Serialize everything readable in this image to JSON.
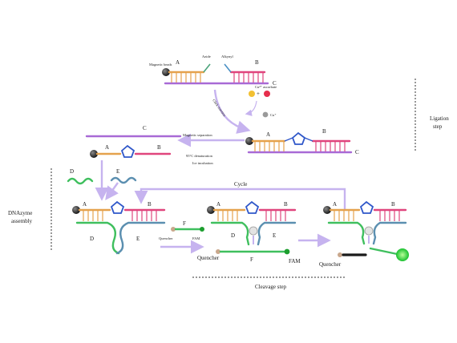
{
  "colors": {
    "orange": "#e5a24d",
    "pink": "#e0457d",
    "purple": "#a86ad6",
    "green": "#3fbf5e",
    "blue": "#5b8fb0",
    "arrow": "#c6b3ef",
    "bead": "#1a1a1a"
  },
  "labels": {
    "strand_a": "A",
    "strand_b": "B",
    "strand_c": "C",
    "strand_d": "D",
    "strand_e": "E",
    "strand_f": "F",
    "magnetic_beads": "Magnetic beads",
    "azide": "Azide",
    "alkynyl": "Alkynyl",
    "cu2_ascorbate": "Cu²⁺ ascorbate",
    "cu_plus": "Cu⁺",
    "click_reaction": "Click reaction",
    "magnetic_separation": "Magnetic separation",
    "denaturation": "95°C  denaturation",
    "ice_incubation": "Ice incubation",
    "cycle": "Cycle",
    "quencher": "Quencher",
    "fam": "FAM",
    "ligation_step": "Ligation step",
    "dnazyme_assembly": "DNAzyme assembly",
    "cleavage_step": "Cleavage step"
  }
}
